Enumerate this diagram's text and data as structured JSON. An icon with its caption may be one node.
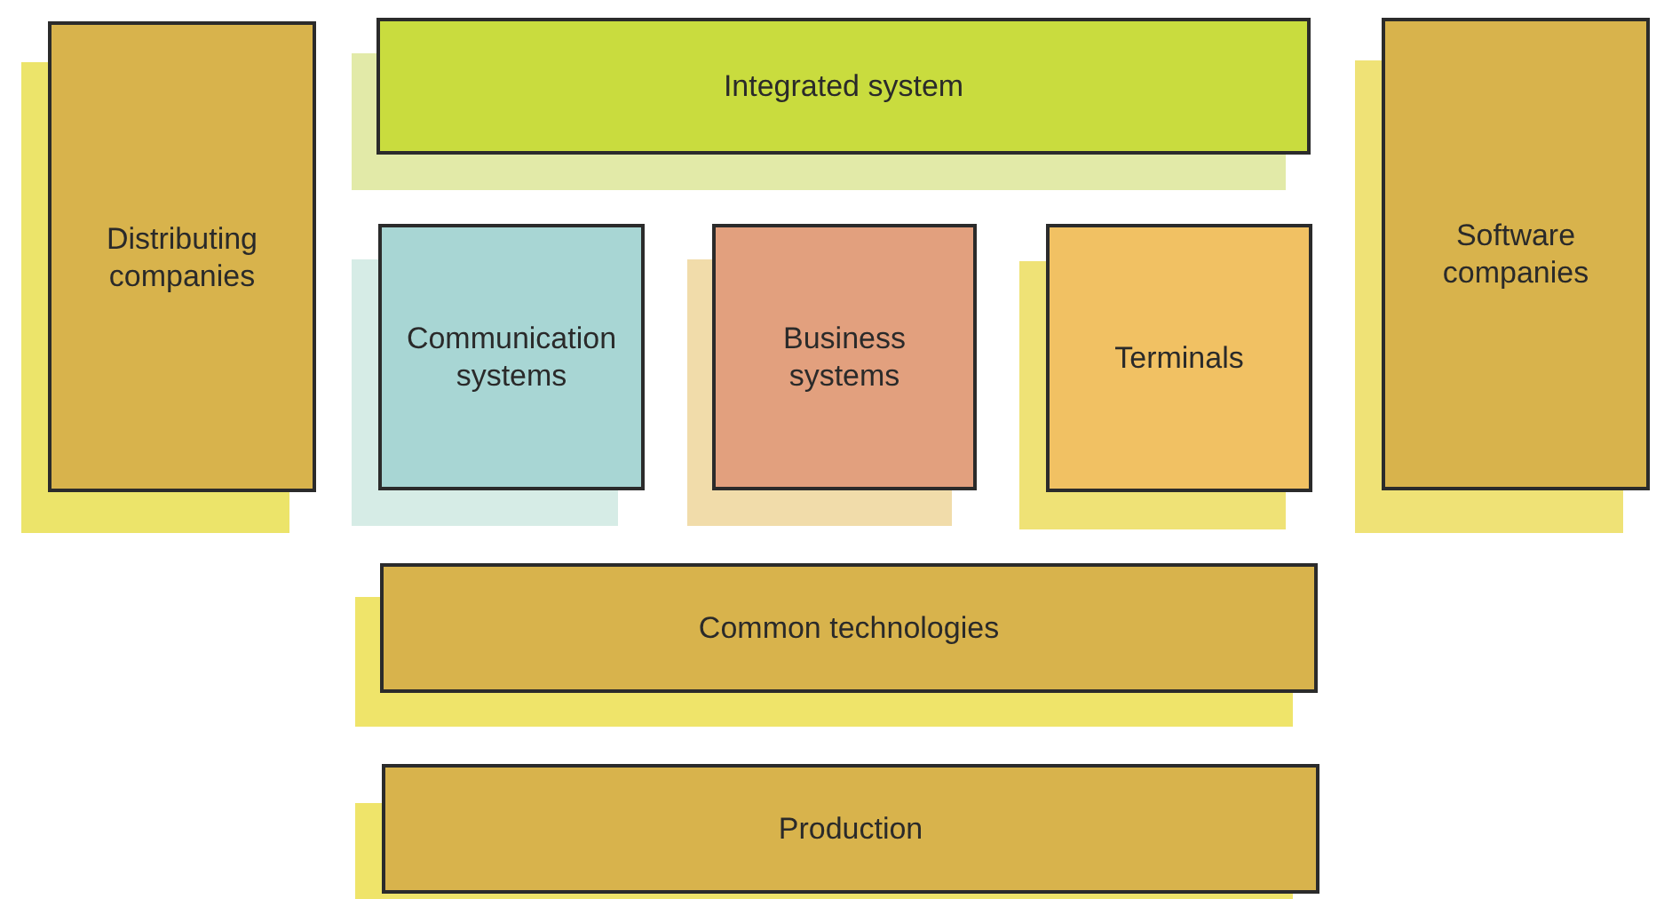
{
  "diagram": {
    "nodes": [
      {
        "text": [
          "Distributing companies"
        ]
      },
      {
        "text": [
          "Integrated system"
        ]
      },
      {
        "text": [
          "Communication systems"
        ]
      },
      {
        "text": [
          "Business systems"
        ]
      },
      {
        "text": [
          "Terminals"
        ]
      },
      {
        "text": [
          "Software companies"
        ]
      },
      {
        "text": [
          "Common technologies"
        ]
      },
      {
        "text": [
          "Production"
        ]
      }
    ]
  }
}
